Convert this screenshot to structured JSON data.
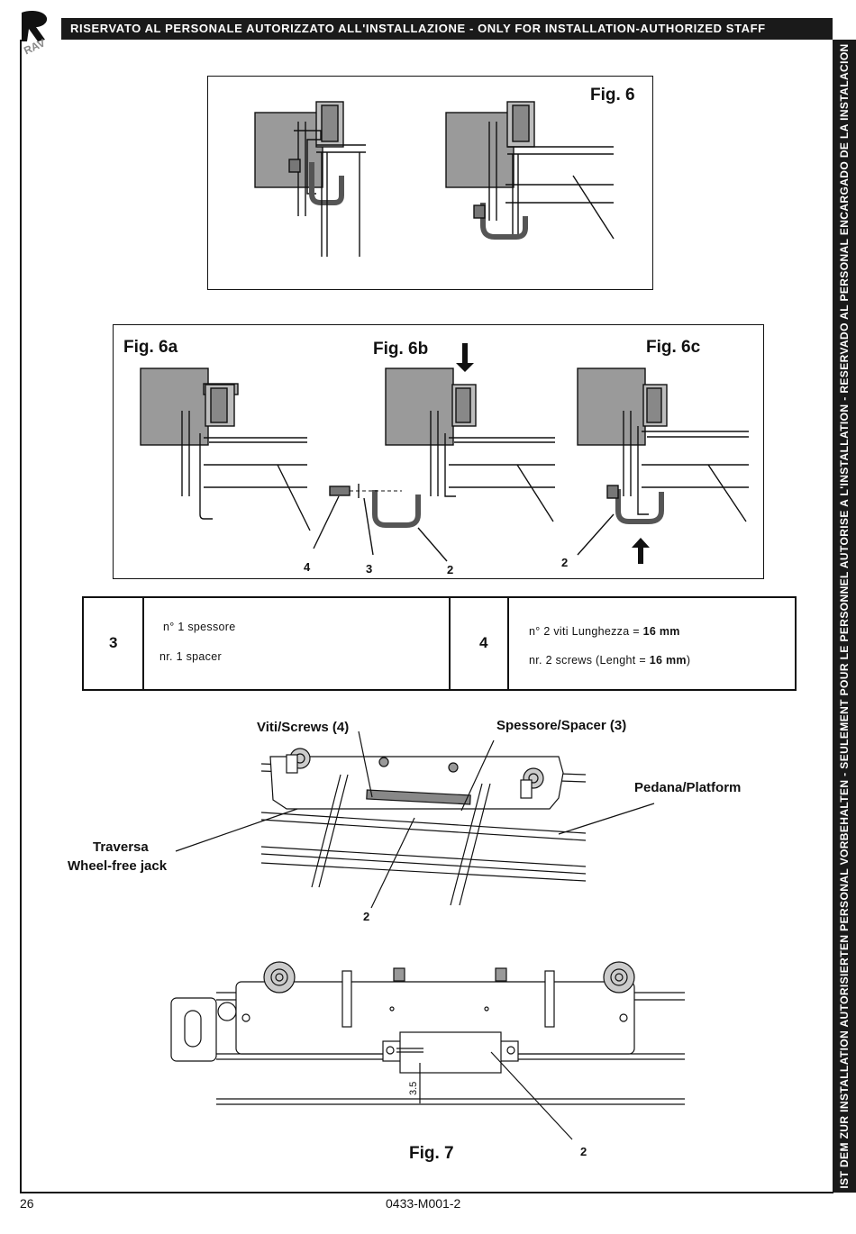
{
  "header": {
    "banner": "RISERVATO AL PERSONALE AUTORIZZATO ALL'INSTALLAZIONE - ONLY FOR INSTALLATION-AUTHORIZED STAFF"
  },
  "sidebar": {
    "text": "IST DEM ZUR INSTALLATION AUTORISIERTEN PERSONAL VORBEHALTEN - SEULEMENT POUR LE PERSONNEL AUTORISE A L'INSTALLATION - RESERVADO AL PERSONAL ENCARGADO DE LA INSTALACION"
  },
  "logo": {
    "text": "RAV"
  },
  "fig6": {
    "label": "Fig. 6"
  },
  "fig6abc": {
    "label_a": "Fig. 6a",
    "label_b": "Fig. 6b",
    "label_c": "Fig. 6c",
    "callouts": [
      "4",
      "3",
      "2",
      "2"
    ]
  },
  "table": {
    "item3": {
      "number": "3",
      "line1": "n° 1 spessore",
      "line2": "nr. 1 spacer"
    },
    "item4": {
      "number": "4",
      "line1_pre": "n° 2 viti Lunghezza = ",
      "line1_bold": "16 mm",
      "line2_pre": "nr. 2 screws (Lenght = ",
      "line2_bold": "16 mm",
      "line2_post": ")"
    }
  },
  "assembly": {
    "screws": "Viti/Screws (4)",
    "spacer": "Spessore/Spacer (3)",
    "platform": "Pedana/Platform",
    "jack_line1": "Traversa",
    "jack_line2": "Wheel-free jack",
    "callout": "2"
  },
  "fig7": {
    "label": "Fig. 7",
    "dimension": "3.5",
    "callout": "2"
  },
  "footer": {
    "page_number": "26",
    "doc_code": "0433-M001-2"
  }
}
